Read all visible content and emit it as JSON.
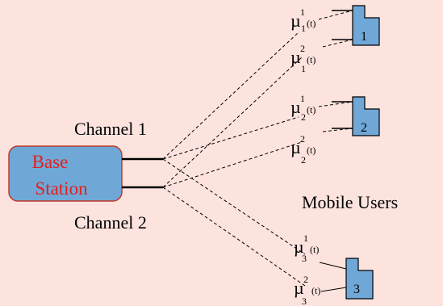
{
  "colors": {
    "background": "#fde3de",
    "base_station_fill": "#6fa8d6",
    "base_station_stroke": "#c0392b",
    "base_station_text": "#e02020",
    "user_box_fill": "#6fa8d6",
    "line": "#000000"
  },
  "base_station": {
    "line1": "Base",
    "line2": "Station"
  },
  "channels": {
    "channel1": "Channel 1",
    "channel2": "Channel 2"
  },
  "mobile_users_label": "Mobile Users",
  "rate_labels": [
    {
      "symbol": "µ",
      "sup": "1",
      "sub": "1",
      "arg": "(t)"
    },
    {
      "symbol": "µ",
      "sup": "2",
      "sub": "1",
      "arg": "(t)"
    },
    {
      "symbol": "µ",
      "sup": "1",
      "sub": "2",
      "arg": "(t)"
    },
    {
      "symbol": "µ",
      "sup": "2",
      "sub": "2",
      "arg": "(t)"
    },
    {
      "symbol": "µ",
      "sup": "1",
      "sub": "3",
      "arg": "(t)"
    },
    {
      "symbol": "µ",
      "sup": "2",
      "sub": "3",
      "arg": "(t)"
    }
  ],
  "users": [
    {
      "label": "1"
    },
    {
      "label": "2"
    },
    {
      "label": "3"
    }
  ]
}
